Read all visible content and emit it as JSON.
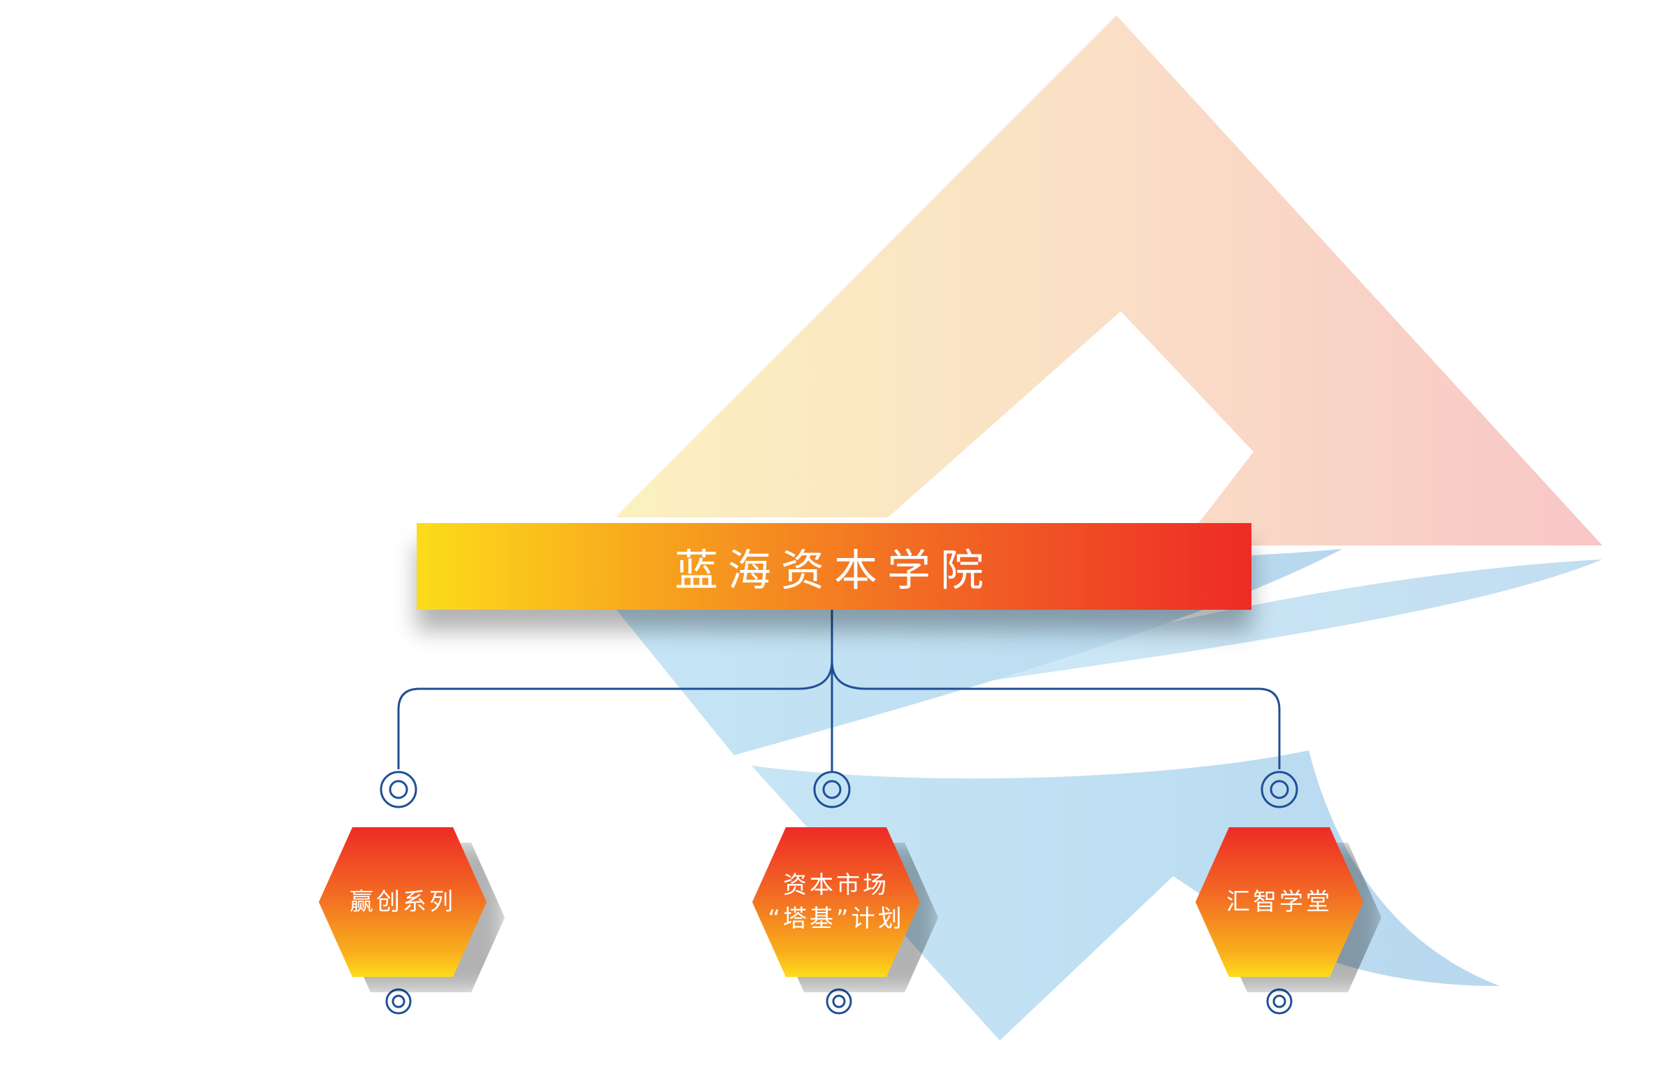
{
  "colors": {
    "connector_line": "#1f4f94",
    "title_gradient": [
      "#fddc1a",
      "#f7a21e",
      "#f26b24",
      "#ee2b26"
    ],
    "hex_gradient": [
      "#ee2b26",
      "#f26b24",
      "#f9b21c",
      "#fddc1a"
    ],
    "logo_warm": [
      "#fbeebe",
      "#f9d7c6",
      "#f8c9c9"
    ],
    "logo_cool": "#bfe0f3"
  },
  "root": {
    "label": "蓝海资本学院"
  },
  "children": [
    {
      "label_lines": [
        "赢创系列"
      ]
    },
    {
      "label_lines": [
        "资本市场",
        "“塔基”计划"
      ]
    },
    {
      "label_lines": [
        "汇智学堂"
      ]
    }
  ]
}
